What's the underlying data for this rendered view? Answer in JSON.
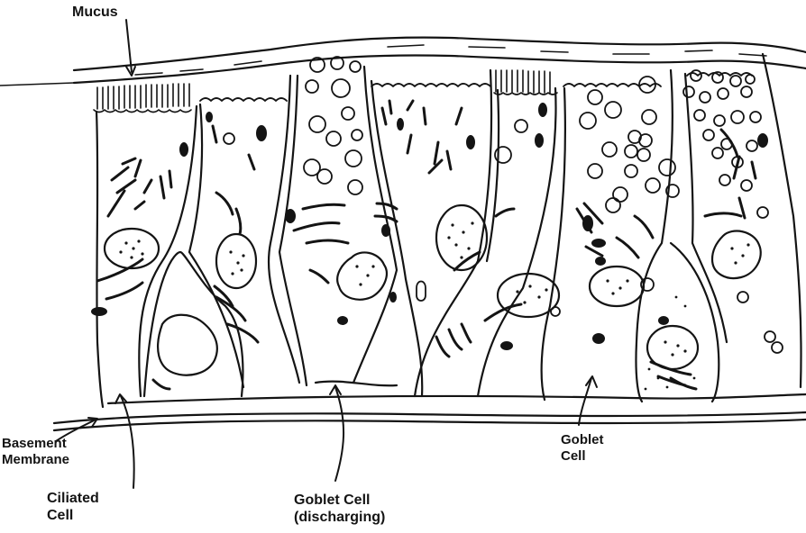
{
  "labels": {
    "mucus": "Mucus",
    "basement_membrane": [
      "Basement",
      "Membrane"
    ],
    "ciliated_cell": [
      "Ciliated",
      "Cell"
    ],
    "goblet_discharging": [
      "Goblet Cell",
      "(discharging)"
    ],
    "goblet_cell": [
      "Goblet",
      "Cell"
    ]
  },
  "colors": {
    "ink": "#141414",
    "background": "#ffffff"
  }
}
